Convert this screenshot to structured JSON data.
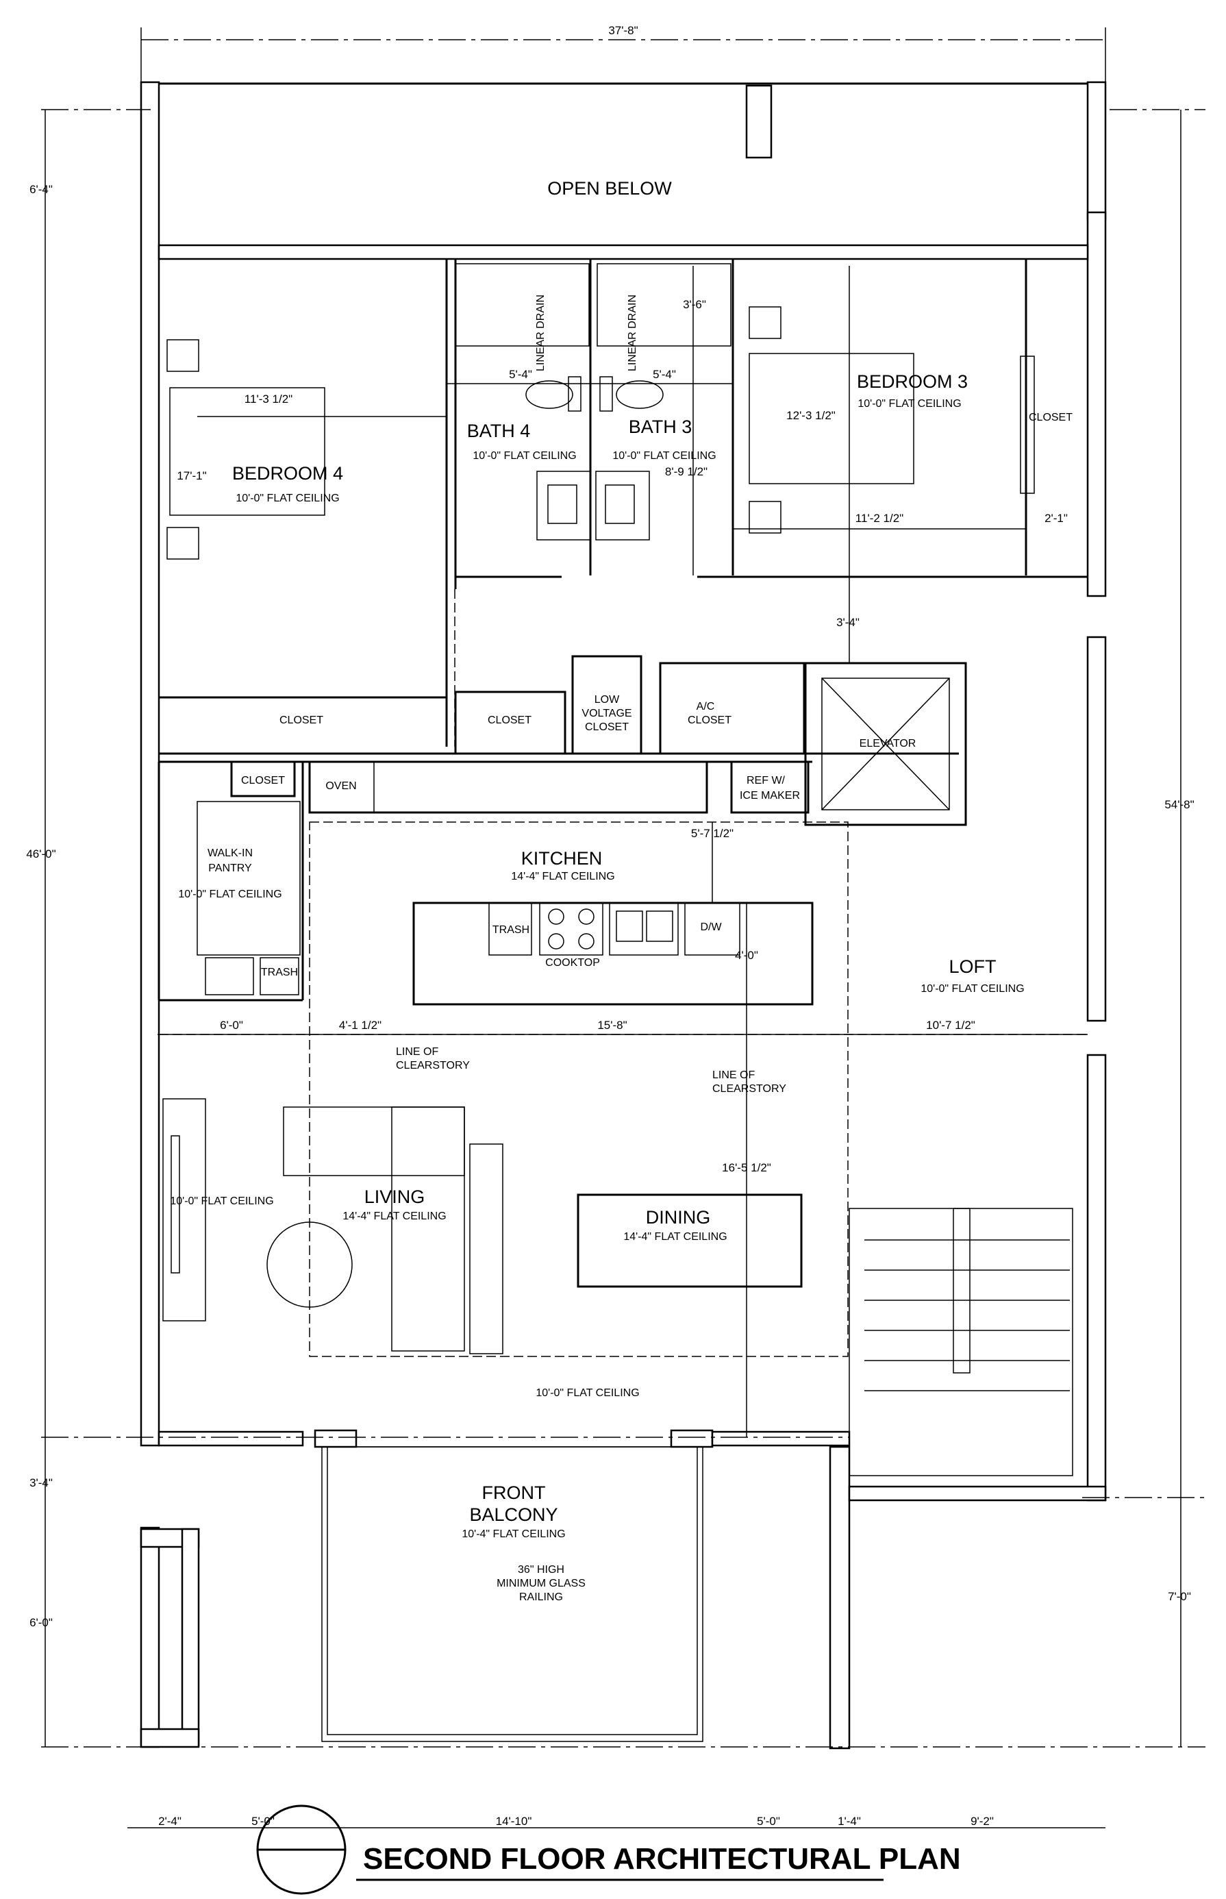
{
  "title": "SECOND FLOOR ARCHITECTURAL PLAN",
  "dimensions": {
    "overall_width": "37'-8\"",
    "left_top": "6'-4\"",
    "left_main": "46'-0\"",
    "left_lower1": "3'-4\"",
    "left_lower2": "6'-0\"",
    "right_main": "54'-8\"",
    "right_lower": "7'-0\"",
    "bottom": [
      "2'-4\"",
      "5'-0\"",
      "14'-10\"",
      "5'-0\"",
      "1'-4\"",
      "9'-2\""
    ],
    "row_mid": [
      "6'-0\"",
      "4'-1 1/2\"",
      "15'-8\"",
      "10'-7 1/2\""
    ],
    "bed4_w": "11'-3 1/2\"",
    "bed4_h": "17'-1\"",
    "bath4_w": "5'-4\"",
    "bath3_w": "5'-4\"",
    "bath3_h": "8'-9 1/2\"",
    "bath3_top": "3'-6\"",
    "bed3_h": "12'-3 1/2\"",
    "bed3_w": "11'-2 1/2\"",
    "closet_w": "2'-1\"",
    "hall": "3'-4\"",
    "kitchen_off": "5'-7 1/2\"",
    "island_off": "4'-0\"",
    "dining_off": "16'-5 1/2\""
  },
  "rooms": {
    "open_below": "OPEN BELOW",
    "bedroom4": "BEDROOM 4",
    "bedroom4_ceiling": "10'-0\" FLAT CEILING",
    "bath4": "BATH 4",
    "bath4_ceiling": "10'-0\" FLAT CEILING",
    "bath3": "BATH 3",
    "bath3_ceiling": "10'-0\" FLAT CEILING",
    "bedroom3": "BEDROOM 3",
    "bedroom3_ceiling": "10'-0\" FLAT CEILING",
    "closet_b3": "CLOSET",
    "linear_drain": "LINEAR DRAIN",
    "closet_b4": "CLOSET",
    "closet_hall": "CLOSET",
    "low_voltage": [
      "LOW",
      "VOLTAGE",
      "CLOSET"
    ],
    "ac_closet": [
      "A/C",
      "CLOSET"
    ],
    "elevator": "ELEVATOR",
    "closet_pantry": "CLOSET",
    "oven": "OVEN",
    "ref": [
      "REF W/",
      "ICE MAKER"
    ],
    "pantry": [
      "WALK-IN",
      "PANTRY"
    ],
    "pantry_ceiling": "10'-0\" FLAT CEILING",
    "trash_pantry": "TRASH",
    "kitchen": "KITCHEN",
    "kitchen_ceiling": "14'-4\" FLAT CEILING",
    "trash": "TRASH",
    "cooktop": "COOKTOP",
    "dw": "D/W",
    "loft": "LOFT",
    "loft_ceiling": "10'-0\" FLAT CEILING",
    "clearstory_left": [
      "LINE OF",
      "CLEARSTORY"
    ],
    "clearstory_right": [
      "LINE OF",
      "CLEARSTORY"
    ],
    "fireplace_ceiling": "10'-0\" FLAT CEILING",
    "living": "LIVING",
    "living_ceiling": "14'-4\" FLAT CEILING",
    "dining": "DINING",
    "dining_ceiling": "14'-4\" FLAT CEILING",
    "main_ceiling": "10'-0\" FLAT CEILING",
    "balcony": [
      "FRONT",
      "BALCONY"
    ],
    "balcony_ceiling": "10'-4\" FLAT CEILING",
    "railing": [
      "36\" HIGH",
      "MINIMUM GLASS",
      "RAILING"
    ]
  }
}
